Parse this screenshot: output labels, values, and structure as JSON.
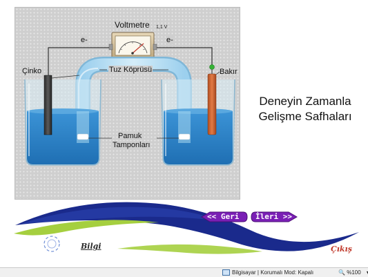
{
  "diagram": {
    "voltmeter_label": "Voltmetre",
    "voltmeter_reading": "1,1 V",
    "electron_left": "e-",
    "electron_right": "e-",
    "zinc_label": "Çinko",
    "copper_label": "Bakır",
    "salt_bridge_label": "Tuz Köprüsü",
    "cotton_label_line1": "Pamuk",
    "cotton_label_line2": "Tamponları"
  },
  "heading": {
    "line1": "Deneyin Zamanla",
    "line2": "Gelişme Safhaları"
  },
  "nav": {
    "back_label": "<< Geri",
    "forward_label": "İleri >>",
    "info_label": "Bilgi",
    "exit_label": "Çıkış"
  },
  "statusbar": {
    "zone_text": "Bilgisayar | Korumalı Mod: Kapalı",
    "zoom_text": "%100"
  },
  "colors": {
    "nav_button": "#7a1fb5",
    "swoosh_dark": "#1a2a8c",
    "swoosh_light": "#a5cf3f",
    "exit_text": "#c0392b",
    "solution": "#2d83c9"
  }
}
